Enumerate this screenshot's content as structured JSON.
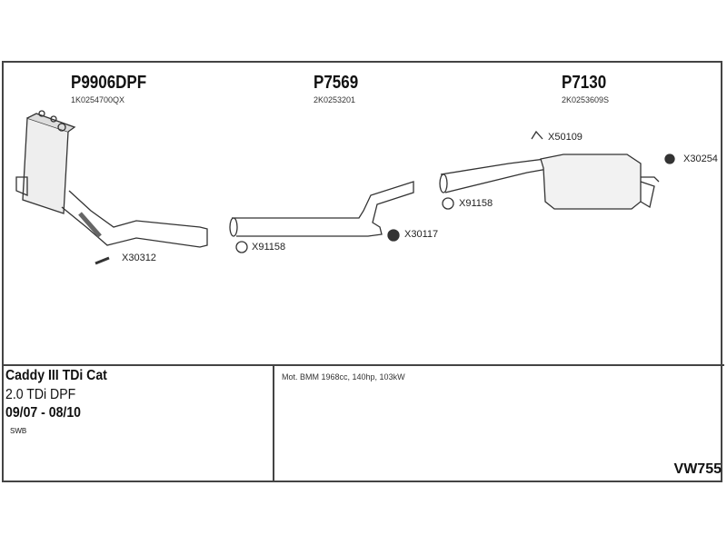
{
  "parts": [
    {
      "number": "P9906DPF",
      "oe": "1K0254700QX"
    },
    {
      "number": "P7569",
      "oe": "2K0253201"
    },
    {
      "number": "P7130",
      "oe": "2K0253609S"
    }
  ],
  "accessories": [
    "X30312",
    "X91158",
    "X30117",
    "X91158",
    "X50109",
    "X30254"
  ],
  "vehicle": {
    "model": "Caddy III TDi Cat",
    "engine": "2.0 TDi DPF",
    "years": "09/07 - 08/10",
    "variant": "SWB"
  },
  "engine_info": "Mot. BMM 1968cc, 140hp, 103kW",
  "diagram_code": "VW755"
}
